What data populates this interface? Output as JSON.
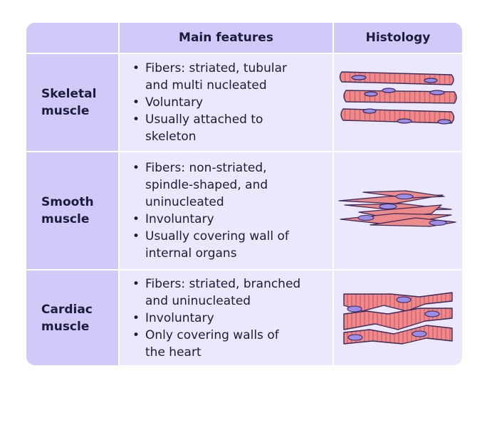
{
  "headers": {
    "main_features": "Main features",
    "histology": "Histology"
  },
  "rows": [
    {
      "name_line1": "Skeletal",
      "name_line2": "muscle",
      "features": [
        [
          "Fibers: striated, tubular",
          "and multi nucleated"
        ],
        [
          "Voluntary"
        ],
        [
          "Usually attached to",
          "skeleton"
        ]
      ],
      "image": "skeletal-muscle-fibers-illustration"
    },
    {
      "name_line1": "Smooth",
      "name_line2": "muscle",
      "features": [
        [
          "Fibers: non-striated,",
          "spindle-shaped, and",
          "uninucleated"
        ],
        [
          "Involuntary"
        ],
        [
          "Usually covering wall of",
          "internal organs"
        ]
      ],
      "image": "smooth-muscle-fibers-illustration"
    },
    {
      "name_line1": "Cardiac",
      "name_line2": "muscle",
      "features": [
        [
          "Fibers: striated, branched",
          "and uninucleated"
        ],
        [
          "Involuntary"
        ],
        [
          "Only covering walls of",
          "the heart"
        ]
      ],
      "image": "cardiac-muscle-fibers-illustration"
    }
  ],
  "colors": {
    "header_bg": "#cfcaf8",
    "cell_bg": "#ebe8fd",
    "fiber_fill": "#ec8a8c",
    "fiber_stroke": "#3b2a5a",
    "nucleus_fill": "#9b8de8"
  }
}
